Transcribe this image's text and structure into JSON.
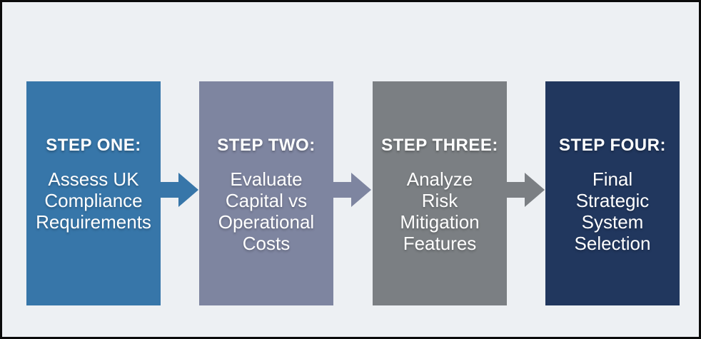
{
  "page": {
    "background_color": "#edf0f3",
    "frame_border_color": "#0b0b0b",
    "text_color": "#ffffff"
  },
  "steps": [
    {
      "title": "STEP ONE:",
      "description": "Assess UK\nCompliance\nRequirements",
      "color": "#3776a9"
    },
    {
      "title": "STEP TWO:",
      "description": "Evaluate\nCapital vs\nOperational\nCosts",
      "color": "#7e85a0"
    },
    {
      "title": "STEP THREE:",
      "description": "Analyze\nRisk\nMitigation\nFeatures",
      "color": "#7b7f83"
    },
    {
      "title": "STEP FOUR:",
      "description": "Final\nStrategic\nSystem\nSelection",
      "color": "#21375e"
    }
  ],
  "arrows": [
    {
      "name": "arrow-step1-to-step2",
      "color": "#3776a9"
    },
    {
      "name": "arrow-step2-to-step3",
      "color": "#7e85a0"
    },
    {
      "name": "arrow-step3-to-step4",
      "color": "#7b7f83"
    }
  ]
}
